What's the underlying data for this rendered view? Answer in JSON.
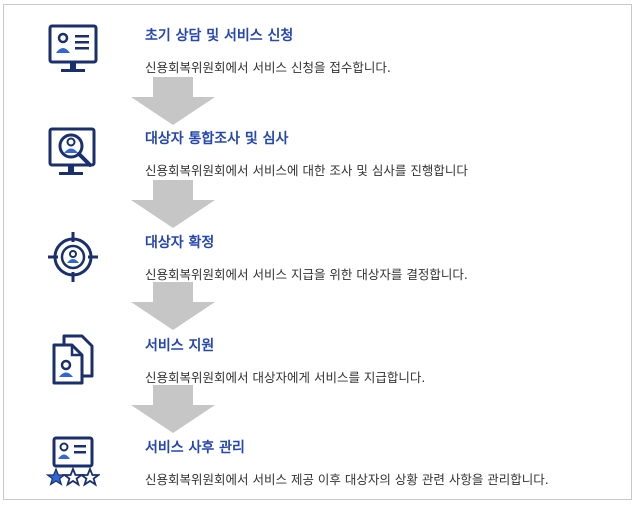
{
  "steps": [
    {
      "title": "초기 상담 및 서비스 신청",
      "description": "신용회복위원회에서 서비스 신청을 접수합니다.",
      "icon": "monitor-profile-icon"
    },
    {
      "title": "대상자 통합조사 및 심사",
      "description": "신용회복위원회에서 서비스에 대한 조사 및 심사를 진행합니다",
      "icon": "monitor-magnifier-icon"
    },
    {
      "title": "대상자 확정",
      "description": "신용회복위원회에서 서비스 지급을 위한 대상자를 결정합니다.",
      "icon": "target-person-icon"
    },
    {
      "title": "서비스 지원",
      "description": "신용회복위원회에서 대상자에게 서비스를 지급합니다.",
      "icon": "documents-person-icon"
    },
    {
      "title": "서비스 사후 관리",
      "description": "신용회복위원회에서 서비스 제공 이후 대상자의 상황 관련 사항을 관리합니다.",
      "icon": "profile-card-stars-icon"
    }
  ],
  "colors": {
    "accent": "#2546b5",
    "icon_dark": "#1a2f6e",
    "arrow": "#c6c6c6"
  }
}
